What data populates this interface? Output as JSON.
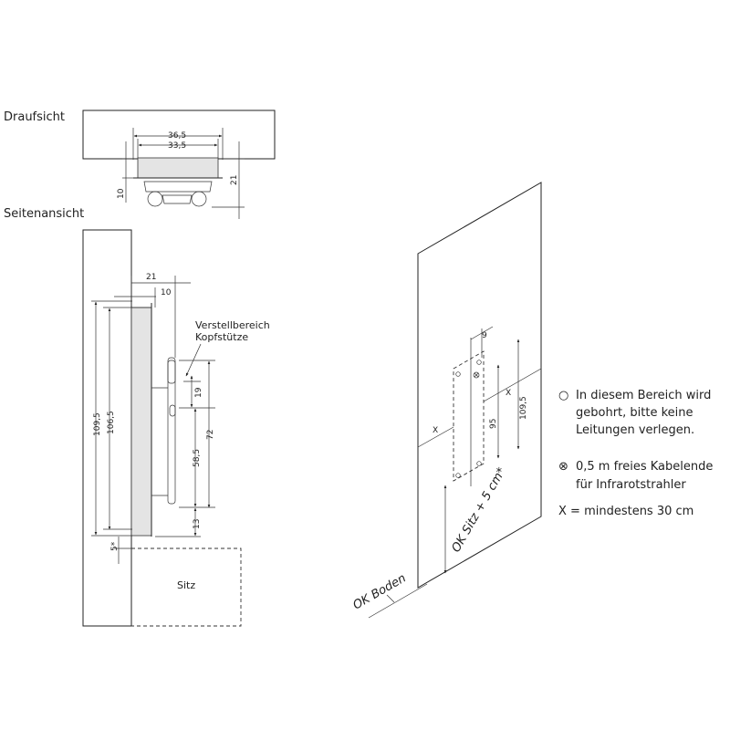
{
  "labels": {
    "top_view": "Draufsicht",
    "side_view": "Seitenansicht",
    "adjust_line1": "Verstellbereich",
    "adjust_line2": "Kopfstütze",
    "seat": "Sitz",
    "floor": "OK Boden",
    "seat_offset": "OK Sitz + 5 cm*"
  },
  "dimensions": {
    "top_width_outer": "36,5",
    "top_width_inner": "33,5",
    "top_depth": "21",
    "top_offset": "10",
    "side_depth": "21",
    "side_offset": "10",
    "height_total": "109,5",
    "height_inner": "106,5",
    "adjust_range": "19",
    "adjust_height": "72",
    "rail_height": "58,5",
    "bottom_gap": "13",
    "seat_gap": "5*",
    "wall_offset": "9",
    "wall_x_left": "X",
    "wall_x_right": "X",
    "wall_95": "95",
    "wall_109": "109,5"
  },
  "legend": {
    "item1_symbol": "○",
    "item1_line1": "In diesem Bereich wird",
    "item1_line2": "gebohrt, bitte keine",
    "item1_line3": "Leitungen verlegen.",
    "item2_symbol": "⊗",
    "item2_line1": "0,5 m freies Kabelende",
    "item2_line2": "für Infrarotstrahler",
    "item3": "X = mindestens 30 cm"
  }
}
